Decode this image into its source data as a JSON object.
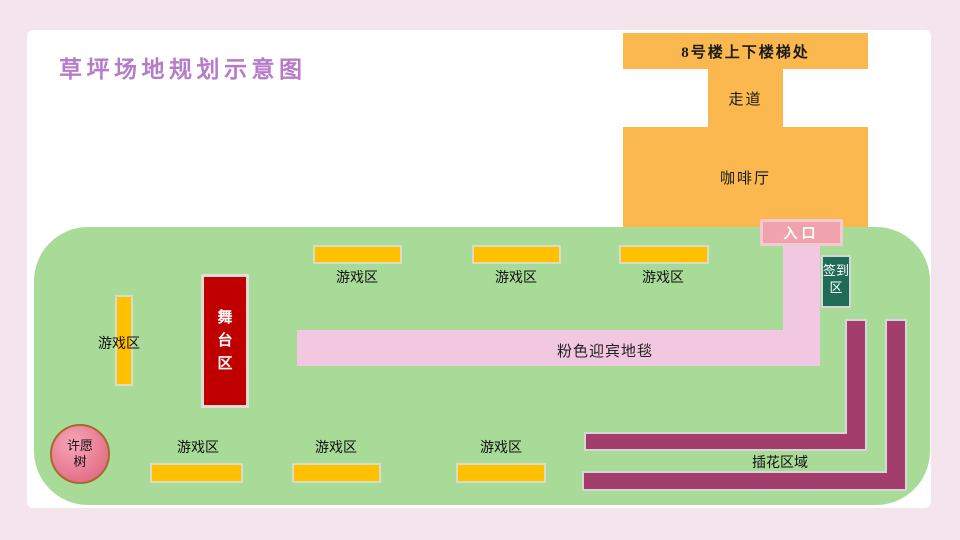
{
  "title": "草坪场地规划示意图",
  "buildings": {
    "stairs_label": "8号楼上下楼梯处",
    "walkway_label": "走道",
    "cafe_label": "咖啡厅"
  },
  "lawn": {
    "entrance_label": "入口",
    "signin_label": "签到区",
    "carpet_label": "粉色迎宾地毯",
    "stage_label": "舞台区",
    "wishtree_label": "许愿树",
    "flower_label": "插花区域",
    "game_zone_label": "游戏区"
  },
  "colors": {
    "page_bg": "#F4E4EB",
    "panel_bg": "#FFFFFF",
    "lawn_green": "#A7DB97",
    "building_orange": "#FBB84E",
    "game_zone_gold": "#FFC000",
    "stage_red": "#C00000",
    "carpet_pink": "#F1C7E1",
    "entrance_pink": "#F0A3AC",
    "signin_green": "#1E6C56",
    "flower_maroon": "#A33D6B",
    "wishtree_pink": "#DB5E79",
    "title_purple": "#B77CC8"
  }
}
